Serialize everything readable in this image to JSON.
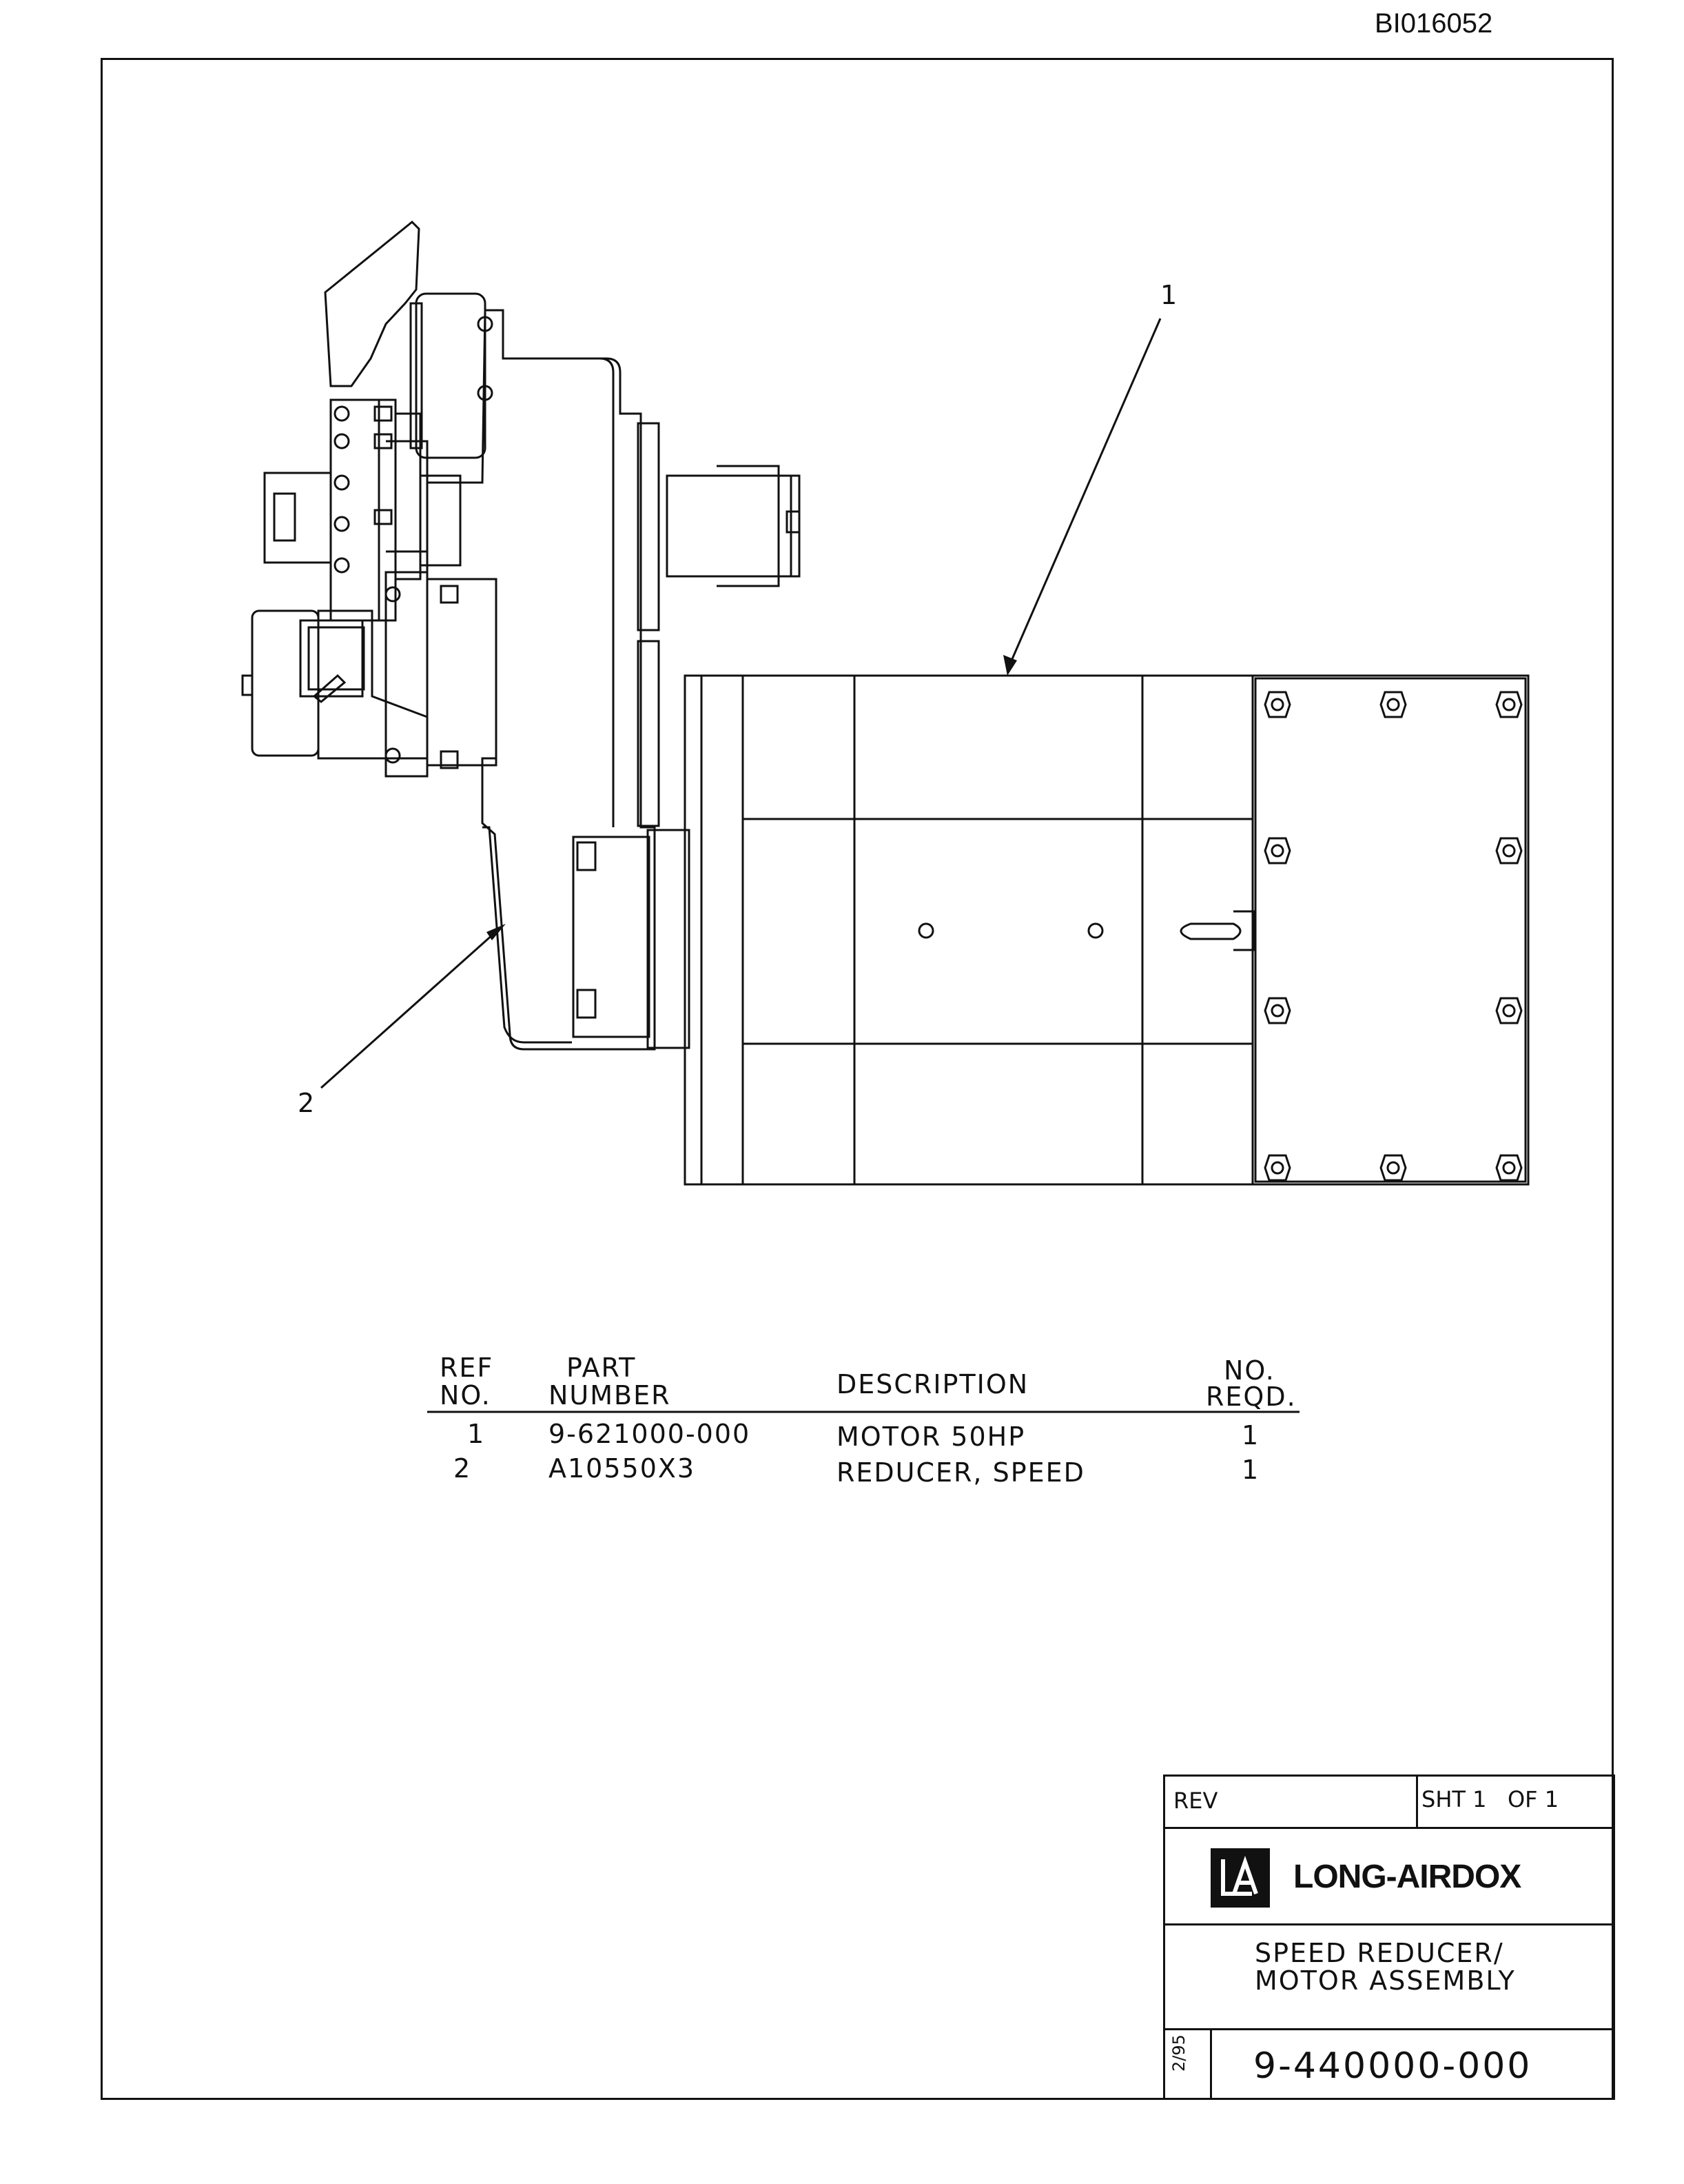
{
  "document_id": "BI016052",
  "callouts": [
    "1",
    "2"
  ],
  "bom": {
    "headers": {
      "ref_line1": "REF",
      "ref_line2": "NO.",
      "part_line1": "PART",
      "part_line2": "NUMBER",
      "description": "DESCRIPTION",
      "qty_line1": "NO.",
      "qty_line2": "REQD."
    },
    "rows": [
      {
        "ref": "1",
        "part": "9-621000-000",
        "description": "MOTOR 50HP",
        "qty": "1"
      },
      {
        "ref": "2",
        "part": "A10550X3",
        "description": "REDUCER, SPEED",
        "qty": "1"
      }
    ]
  },
  "title_block": {
    "rev_label": "REV",
    "sheet_label": "SHT 1   OF 1",
    "company": "LONG-AIRDOX",
    "title_line1": "SPEED REDUCER/",
    "title_line2": "MOTOR ASSEMBLY",
    "date": "2/95",
    "drawing_number": "9-440000-000"
  }
}
